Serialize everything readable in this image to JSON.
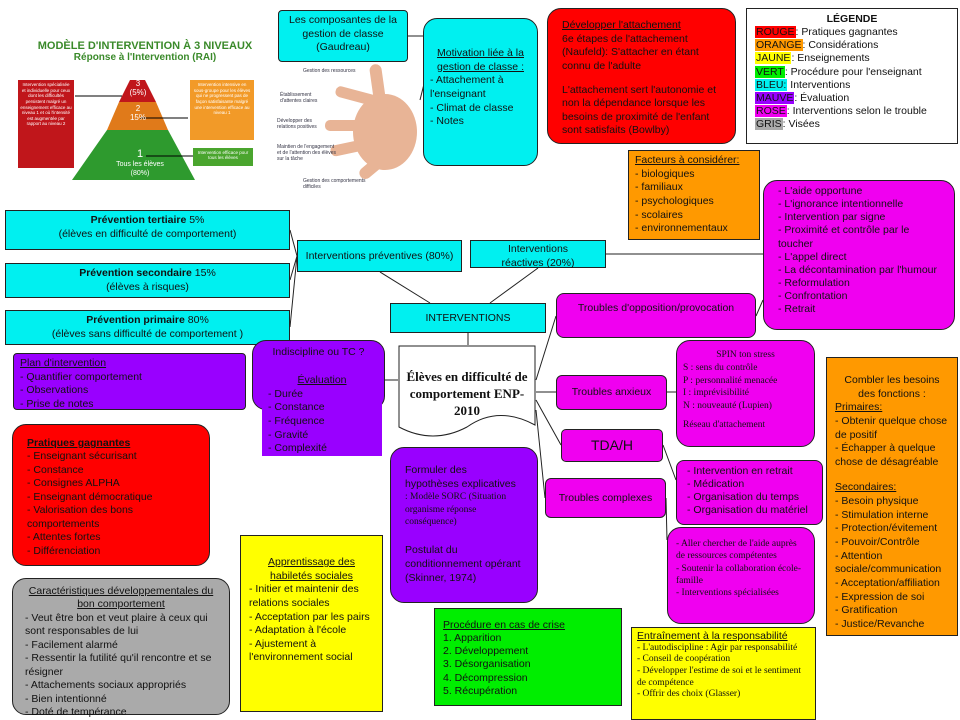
{
  "rai": {
    "title": "MODÈLE D'INTERVENTION À 3 NIVEAUX",
    "subtitle": "Réponse à l'Intervention (RAI)",
    "level3": "3",
    "level3_pct": "(5%)",
    "level2": "2",
    "level2_pct": "15%",
    "level1": "1",
    "level1_label": "Tous les élèves",
    "level1_pct": "(80%)",
    "left_note": "Intervention spécialisée et individuelle pour ceux dont les difficultés persistent malgré un enseignement efficace au niveau 1 et où l'intensité est augmentée par rapport au niveau 2",
    "right_note_2": "Intervention intensive en sous-groupe pour les élèves qui ne progressent pas de façon satisfaisante malgré une intervention efficace au niveau 1",
    "right_note_1": "Intervention efficace pour tous les élèves"
  },
  "gaudreau": "Les composantes de la gestion de classe (Gaudreau)",
  "hand": [
    "Gestion des ressources",
    "Établissement d'attentes claires",
    "Développer des relations positives",
    "Maintien de l'engagement et de l'attention des élèves sur la tâche",
    "Gestion des comportements difficiles"
  ],
  "motivation": {
    "title": "Motivation liée à la gestion de classe :",
    "items": [
      "- Attachement à l'enseignant",
      "- Climat de classe",
      "- Notes"
    ]
  },
  "attachement": {
    "title": "Développer l'attachement",
    "p1": "6e étapes de l'attachement (Naufeld): S'attacher en étant connu de l'adulte",
    "p2": "L'attachement sert l'autonomie et non la dépendance lorsque les besoins de proximité de l'enfant sont satisfaits (Bowlby)"
  },
  "legend": {
    "title": "LÉGENDE",
    "items": [
      {
        "key": "ROUGE",
        "label": ": Pratiques gagnantes",
        "color": "#ff0000"
      },
      {
        "key": "ORANGE",
        "label": ": Considérations",
        "color": "#ff9900"
      },
      {
        "key": "JAUNE",
        "label": ": Enseignements",
        "color": "#ffff00"
      },
      {
        "key": "VERT",
        "label": ": Procédure pour l'enseignant",
        "color": "#00ee00"
      },
      {
        "key": "BLEU:",
        "label": " Interventions",
        "color": "#00f0f0"
      },
      {
        "key": "MAUVE",
        "label": ": Évaluation",
        "color": "#9900ff"
      },
      {
        "key": "ROSE",
        "label": ": Interventions selon le trouble",
        "color": "#f000f0"
      },
      {
        "key": "GRIS",
        "label": ": Visées",
        "color": "#aaaaaa"
      }
    ]
  },
  "facteurs": {
    "title": "Facteurs à considérer:",
    "items": [
      "- biologiques",
      "- familiaux",
      "- psychologiques",
      "- scolaires",
      "- environnementaux"
    ]
  },
  "opposition_interventions": [
    "- L'aide opportune",
    "- L'ignorance intentionnelle",
    "- Intervention par signe",
    "- Proximité et contrôle par le toucher",
    "- L'appel direct",
    "- La décontamination par l'humour",
    "- Reformulation",
    "- Confrontation",
    "- Retrait"
  ],
  "prevention": {
    "tertiaire_title": "Prévention tertiaire",
    "tertiaire_pct": " 5%",
    "tertiaire_sub": "(élèves en difficulté de comportement)",
    "secondaire_title": "Prévention secondaire",
    "secondaire_pct": " 15%",
    "secondaire_sub": "(élèves à risques)",
    "primaire_title": "Prévention primaire",
    "primaire_pct": " 80%",
    "primaire_sub": "(élèves sans difficulté de comportement )"
  },
  "preventives": "Interventions préventives (80%)",
  "reactives": "Interventions réactives (20%)",
  "interventions": "INTERVENTIONS",
  "opposition": "Troubles d'opposition/provocation",
  "plan": {
    "title": "Plan d'intervention",
    "items": [
      "- Quantifier comportement",
      "- Observations",
      "- Prise de notes"
    ]
  },
  "indiscipline": {
    "title": "Indiscipline ou TC ?",
    "eval": "Évaluation",
    "items": [
      "- Durée",
      "- Constance",
      "- Fréquence",
      "- Gravité",
      "- Complexité"
    ]
  },
  "center": "Élèves en difficulté de comportement ENP-2010",
  "anxieux": "Troubles anxieux",
  "spin": {
    "title": "SPIN ton stress",
    "items": [
      "S : sens du contrôle",
      "P : personnalité menacée",
      "I : imprévisibilité",
      "N : nouveauté (Lupien)"
    ],
    "extra": "Réseau d'attachement"
  },
  "combler": {
    "title": "Combler les besoins des fonctions :",
    "primaires": "Primaires:",
    "prim_items": [
      "- Obtenir quelque chose de positif",
      "- Échapper à quelque chose de désagréable"
    ],
    "secondaires": "Secondaires:",
    "sec_items": [
      "- Besoin physique",
      "- Stimulation interne",
      "- Protection/évitement",
      "- Pouvoir/Contrôle",
      "- Attention sociale/communication",
      "- Acceptation/affiliation",
      "- Expression de soi",
      "- Gratification",
      "- Justice/Revanche"
    ]
  },
  "tdah": "TDA/H",
  "tdah_items": [
    "- Intervention en retrait",
    "- Médication",
    "- Organisation du temps",
    "- Organisation du matériel"
  ],
  "complexes": "Troubles complexes",
  "complexes_items": [
    "- Aller chercher de l'aide auprès de ressources compétentes",
    "- Soutenir la collaboration école-famille",
    "- Interventions spécialisées"
  ],
  "formuler": {
    "p1": "Formuler des hypothèses explicatives",
    "p1b": ": Modèle SORC (Situation organisme réponse conséquence)",
    "p2": "Postulat du conditionnement opérant (Skinner, 1974)"
  },
  "pratiques": {
    "title": "Pratiques gagnantes",
    "items": [
      "- Enseignant sécurisant",
      "- Constance",
      "- Consignes ALPHA",
      "- Enseignant démocratique",
      "- Valorisation des bons comportements",
      "- Attentes fortes",
      "- Différenciation"
    ]
  },
  "habiletes": {
    "title": "Apprentissage des habiletés sociales",
    "items": [
      "- Initier et maintenir des relations sociales",
      "- Acceptation par les pairs",
      "- Adaptation à l'école",
      "- Ajustement à l'environnement social"
    ]
  },
  "caracteristiques": {
    "title": "Caractéristiques développementales du bon comportement",
    "items": [
      "- Veut être bon et veut plaire à ceux qui sont responsables de lui",
      "- Facilement alarmé",
      "- Ressentir la futilité qu'il rencontre et se résigner",
      "- Attachements sociaux appropriés",
      "- Bien intentionné",
      "- Doté de tempérance"
    ]
  },
  "crise": {
    "title": "Procédure en cas de crise",
    "items": [
      "1. Apparition",
      "2. Développement",
      "3. Désorganisation",
      "4. Décompression",
      "5. Récupération"
    ]
  },
  "responsabilite": {
    "title": "Entraînement à la responsabilité",
    "items": [
      "- L'autodiscipline : Agir par responsabilité",
      "- Conseil de coopération",
      "- Développer l'estime de soi et le sentiment de compétence",
      "- Offrir des choix (Glasser)"
    ]
  }
}
